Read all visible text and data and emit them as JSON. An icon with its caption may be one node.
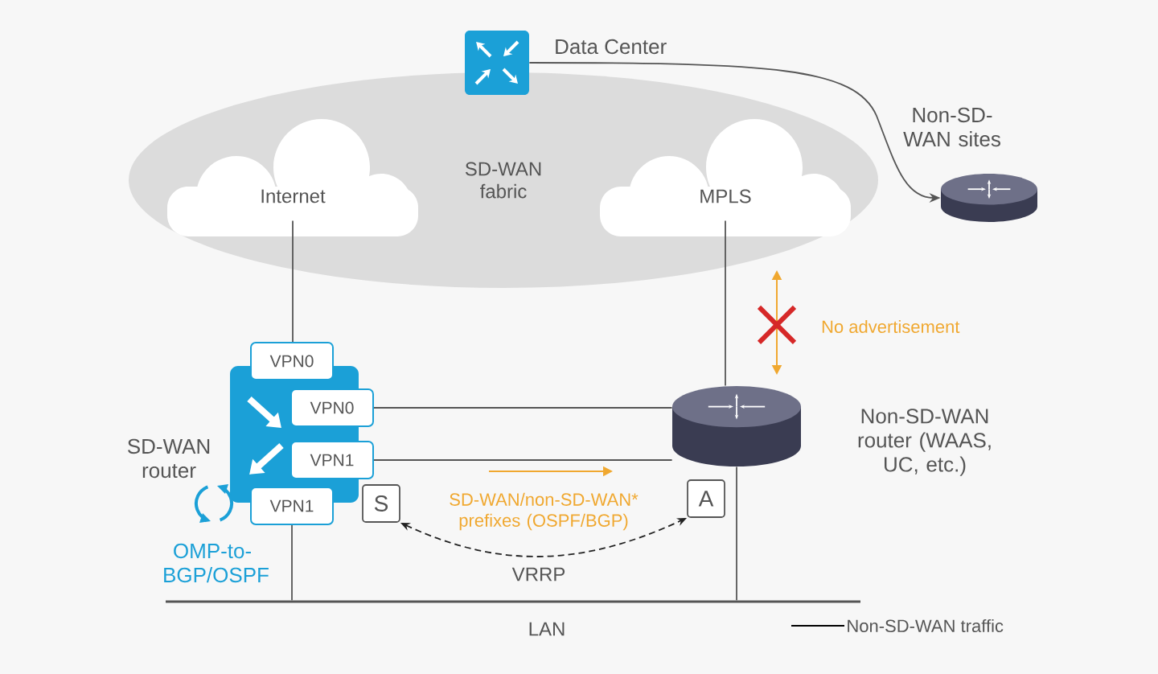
{
  "diagram": {
    "nodes": [
      {
        "text": [
          "SD-WAN fabric"
        ]
      },
      {
        "text": [
          "Internet"
        ],
        "in": 0
      },
      {
        "text": [
          "MPLS"
        ],
        "in": 0
      },
      {
        "text": [],
        "shape": "box",
        "beside": [
          "Data Center"
        ]
      },
      {
        "text": [],
        "shape": "cylinder",
        "beside": [
          "Non-SD-WAN sites"
        ]
      },
      {
        "text": [],
        "shape": "box",
        "beside": [
          "SD-WAN router"
        ]
      },
      {
        "text": [
          "VPN0"
        ]
      },
      {
        "text": [
          "VPN0"
        ]
      },
      {
        "text": [
          "VPN1"
        ]
      },
      {
        "text": [
          "VPN1"
        ]
      },
      {
        "text": [],
        "shape": "cylinder",
        "beside": [
          "Non-SD-WAN router (WAAS, UC, etc.)"
        ]
      },
      {
        "text": [
          "S"
        ]
      },
      {
        "text": [
          "A"
        ]
      },
      {
        "text": [],
        "shape": "bar",
        "beside": [
          "LAN"
        ]
      }
    ],
    "edges": [
      {
        "from": 3,
        "to": 4,
        "arrow": "to"
      },
      {
        "from": 1,
        "to": 6,
        "arrow": "none"
      },
      {
        "from": 2,
        "to": 10,
        "arrow": "none"
      },
      {
        "from": 7,
        "to": 10,
        "arrow": "none"
      },
      {
        "from": 8,
        "to": 10,
        "arrow": "none"
      },
      {
        "from": 9,
        "to": 13,
        "arrow": "none"
      },
      {
        "from": 10,
        "to": 13,
        "arrow": "none"
      },
      {
        "from": 11,
        "to": 12,
        "arrow": "both",
        "style": "dashed",
        "color": "#222222"
      }
    ],
    "labels": [
      "No advertisement",
      "SD-WAN/non-SD-WAN* prefixes (OSPF/BGP)",
      "VRRP",
      "OMP-to-BGP/OSPF"
    ],
    "legend": [
      {
        "text": "Non-SD-WAN traffic"
      }
    ]
  }
}
